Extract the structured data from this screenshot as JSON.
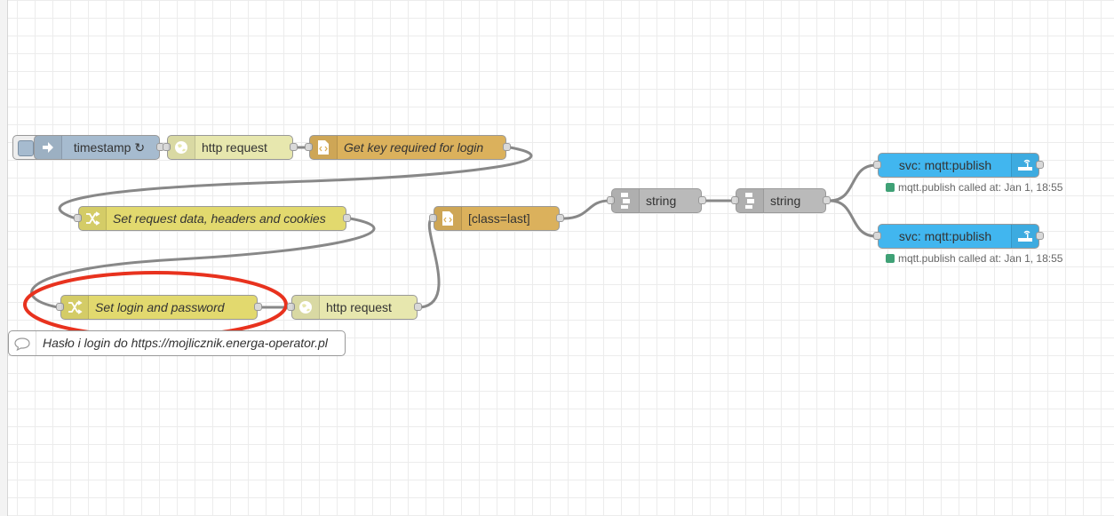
{
  "nodes": {
    "timestamp": {
      "label": "timestamp ↻",
      "color": "#a6bbcf"
    },
    "http1": {
      "label": "http request",
      "color": "#e7e7ae"
    },
    "getkey": {
      "label": "Get key required for login",
      "color": "#dbb15c"
    },
    "setrequest": {
      "label": "Set request data, headers and cookies",
      "color": "#e2d96e"
    },
    "setlogin": {
      "label": "Set login and password",
      "color": "#e2d96e"
    },
    "http2": {
      "label": "http request",
      "color": "#e7e7ae"
    },
    "classlast": {
      "label": "[class=last]",
      "color": "#dbb15c"
    },
    "string1": {
      "label": "string",
      "color": "#bababa"
    },
    "string2": {
      "label": "string",
      "color": "#bababa"
    },
    "mqtt1": {
      "label": "svc: mqtt:publish",
      "color": "#41b6ef",
      "status": "mqtt.publish called at: Jan 1, 18:55"
    },
    "mqtt2": {
      "label": "svc: mqtt:publish",
      "color": "#41b6ef",
      "status": "mqtt.publish called at: Jan 1, 18:55"
    }
  },
  "comment": {
    "label": "Hasło i login do https://mojlicznik.energa-operator.pl"
  },
  "colors": {
    "wire": "#888888",
    "highlight": "#e8321e",
    "status_ok": "#3fa176"
  },
  "icons": {
    "timestamp": "arrow-in-icon",
    "http": "globe-icon",
    "html": "html-code-icon",
    "change": "shuffle-icon",
    "string": "string-icon",
    "mqtt": "router-wifi-icon",
    "comment": "speech-bubble-icon"
  }
}
